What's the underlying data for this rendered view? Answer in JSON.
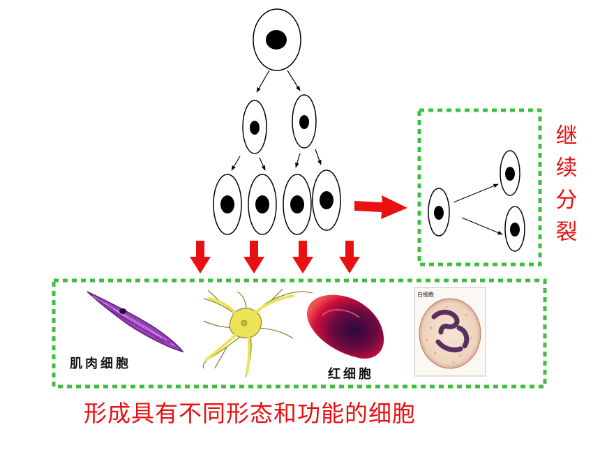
{
  "continue_label": [
    "继",
    "续",
    "分",
    "裂"
  ],
  "caption": "形成具有不同形态和功能的细胞",
  "cell_labels": {
    "muscle": "肌肉细胞",
    "red_blood": "红细胞",
    "white_blood": "白细胞"
  },
  "colors": {
    "accent_red": "#e81010",
    "box_green": "#3cc03c",
    "muscle_purple": "#9a3fb8",
    "neuron_yellow": "#ece455",
    "rbc_red": "#d0103a"
  }
}
